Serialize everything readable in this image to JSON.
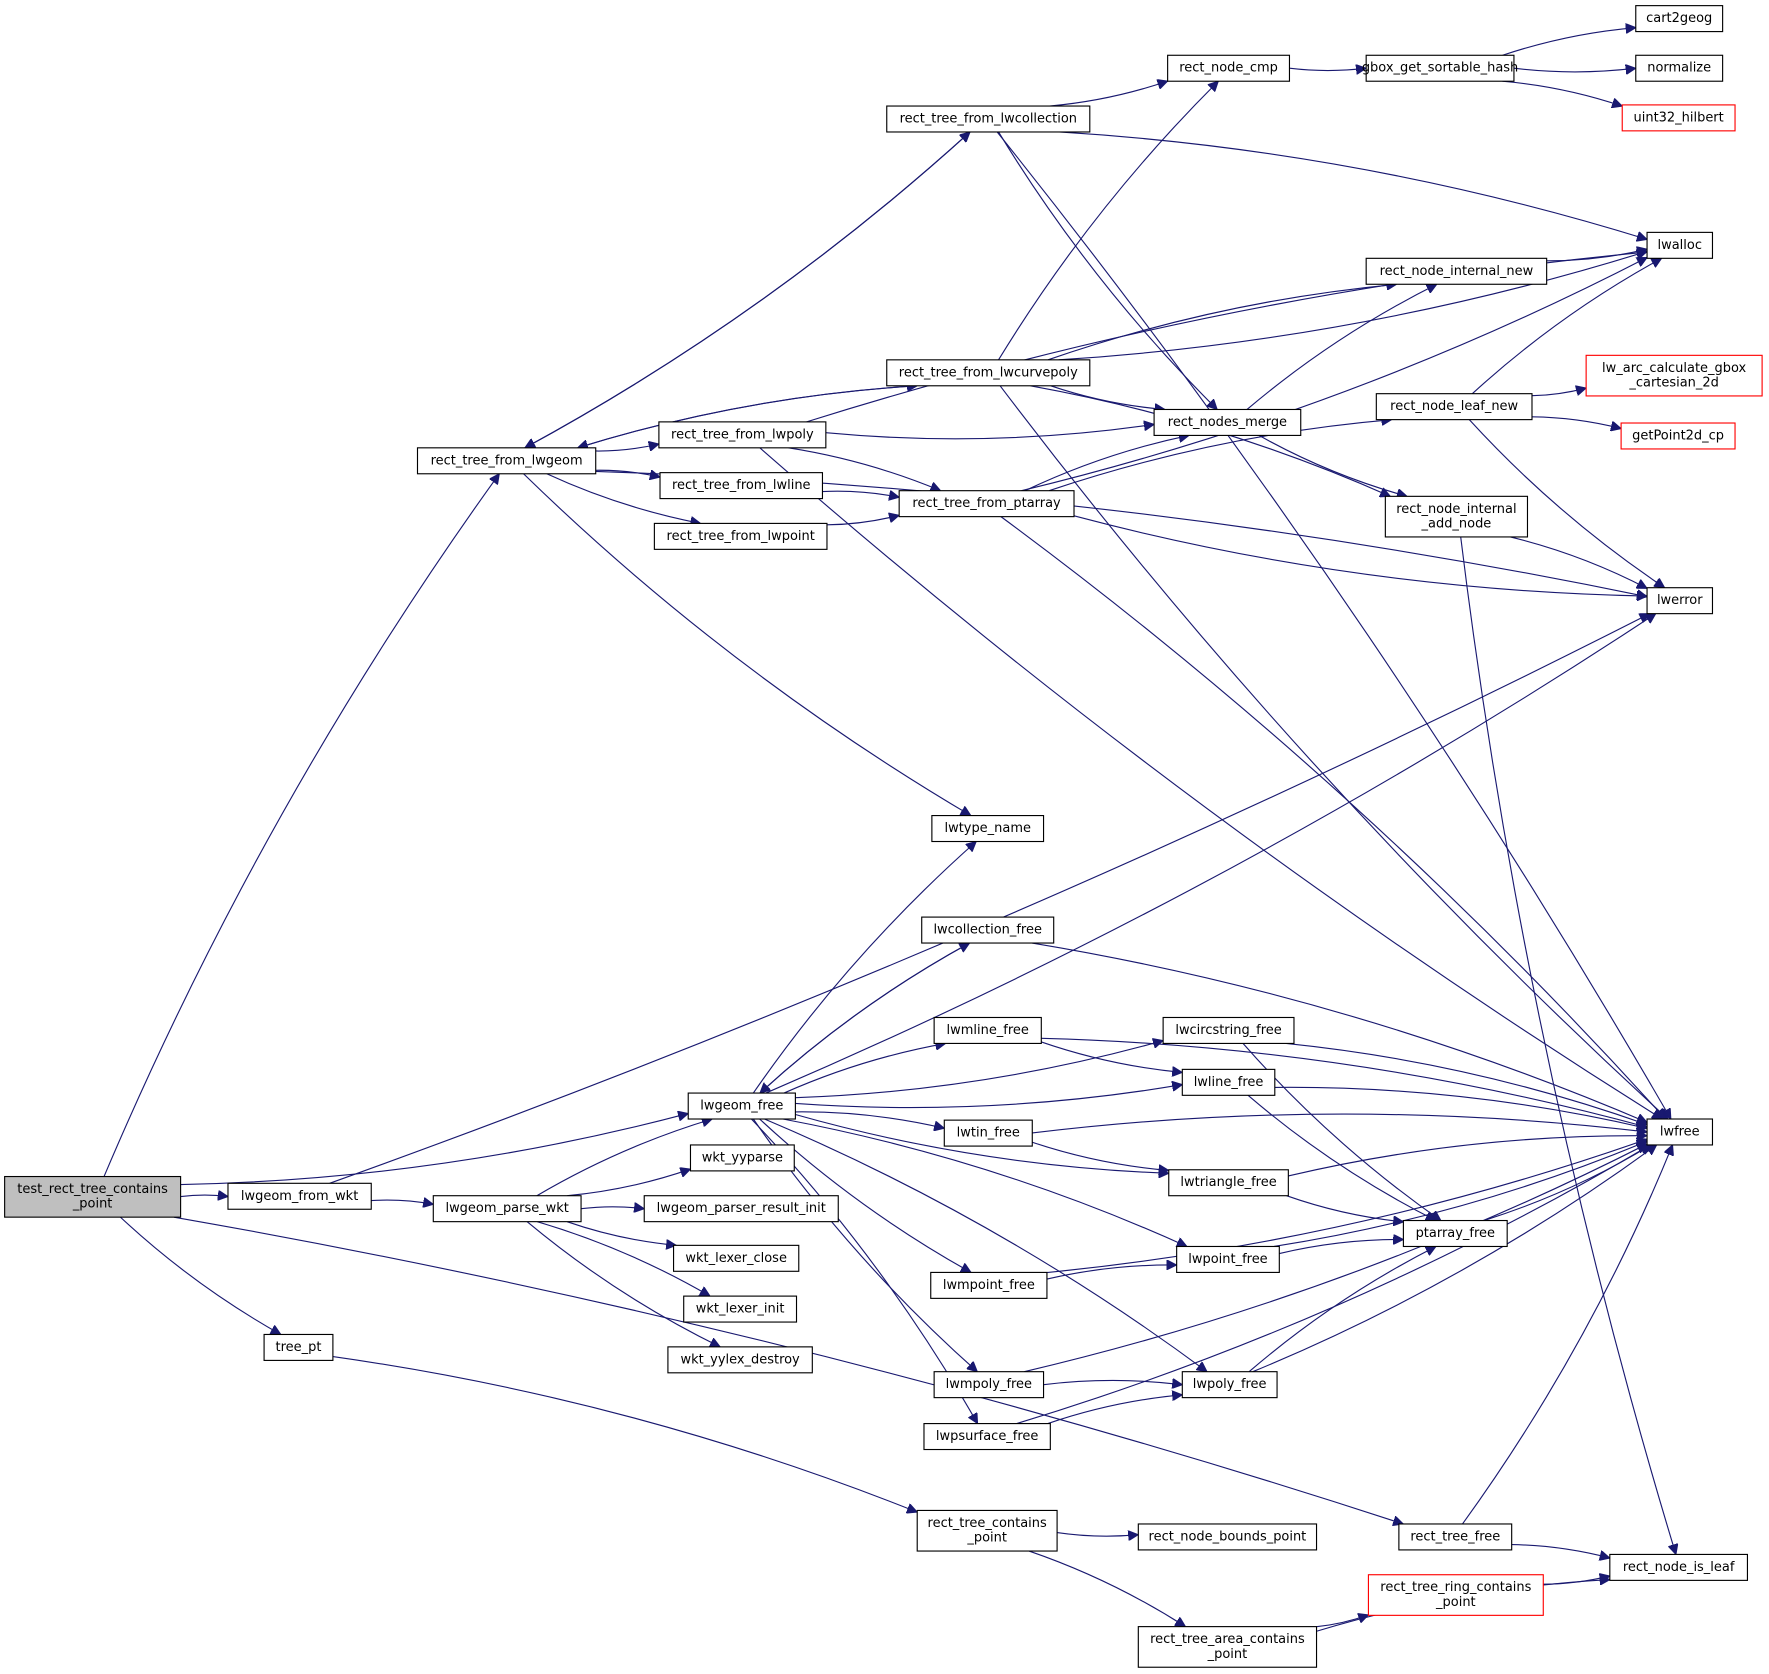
{
  "title": "Call graph for test_rect_tree_contains_point",
  "colors": {
    "edge": "#191970",
    "root_fill": "#bfbfbf",
    "node_border": "#000000",
    "external_border": "#ff0000"
  },
  "nodes": [
    {
      "id": "root",
      "label": [
        "test_rect_tree_contains",
        "_point"
      ],
      "kind": "root"
    },
    {
      "id": "rtf_lwgeom",
      "label": [
        "rect_tree_from_lwgeom"
      ]
    },
    {
      "id": "rtf_lwcoll",
      "label": [
        "rect_tree_from_lwcollection"
      ]
    },
    {
      "id": "rtf_lwcurve",
      "label": [
        "rect_tree_from_lwcurvepoly"
      ]
    },
    {
      "id": "rtf_lwpoly",
      "label": [
        "rect_tree_from_lwpoly"
      ]
    },
    {
      "id": "rtf_lwline",
      "label": [
        "rect_tree_from_lwline"
      ]
    },
    {
      "id": "rtf_lwpoint",
      "label": [
        "rect_tree_from_lwpoint"
      ]
    },
    {
      "id": "rtf_ptarray",
      "label": [
        "rect_tree_from_ptarray"
      ]
    },
    {
      "id": "rn_cmp",
      "label": [
        "rect_node_cmp"
      ]
    },
    {
      "id": "gbox_hash",
      "label": [
        "gbox_get_sortable_hash"
      ]
    },
    {
      "id": "cart2geog",
      "label": [
        "cart2geog"
      ]
    },
    {
      "id": "normalize",
      "label": [
        "normalize"
      ]
    },
    {
      "id": "uint32_hilbert",
      "label": [
        "uint32_hilbert"
      ],
      "kind": "ext"
    },
    {
      "id": "lwalloc",
      "label": [
        "lwalloc"
      ]
    },
    {
      "id": "rn_int_new",
      "label": [
        "rect_node_internal_new"
      ]
    },
    {
      "id": "rn_merge",
      "label": [
        "rect_nodes_merge"
      ]
    },
    {
      "id": "rn_leaf_new",
      "label": [
        "rect_node_leaf_new"
      ]
    },
    {
      "id": "lw_arc",
      "label": [
        "lw_arc_calculate_gbox",
        "_cartesian_2d"
      ],
      "kind": "ext"
    },
    {
      "id": "getpoint",
      "label": [
        "getPoint2d_cp"
      ],
      "kind": "ext"
    },
    {
      "id": "rn_int_add",
      "label": [
        "rect_node_internal",
        "_add_node"
      ]
    },
    {
      "id": "lwerror",
      "label": [
        "lwerror"
      ]
    },
    {
      "id": "lwtype_name",
      "label": [
        "lwtype_name"
      ]
    },
    {
      "id": "lwcoll_free",
      "label": [
        "lwcollection_free"
      ]
    },
    {
      "id": "lwmline_free",
      "label": [
        "lwmline_free"
      ]
    },
    {
      "id": "lwcirc_free",
      "label": [
        "lwcircstring_free"
      ]
    },
    {
      "id": "lwline_free",
      "label": [
        "lwline_free"
      ]
    },
    {
      "id": "lwgeom_free",
      "label": [
        "lwgeom_free"
      ]
    },
    {
      "id": "lwtin_free",
      "label": [
        "lwtin_free"
      ]
    },
    {
      "id": "lwtri_free",
      "label": [
        "lwtriangle_free"
      ]
    },
    {
      "id": "lwfree",
      "label": [
        "lwfree"
      ]
    },
    {
      "id": "ptarray_free",
      "label": [
        "ptarray_free"
      ]
    },
    {
      "id": "lwpoint_free",
      "label": [
        "lwpoint_free"
      ]
    },
    {
      "id": "lwmpoint_free",
      "label": [
        "lwmpoint_free"
      ]
    },
    {
      "id": "lwmpoly_free",
      "label": [
        "lwmpoly_free"
      ]
    },
    {
      "id": "lwpoly_free",
      "label": [
        "lwpoly_free"
      ]
    },
    {
      "id": "lwpsurf_free",
      "label": [
        "lwpsurface_free"
      ]
    },
    {
      "id": "wkt_yyparse",
      "label": [
        "wkt_yyparse"
      ]
    },
    {
      "id": "lwgeom_from_wkt",
      "label": [
        "lwgeom_from_wkt"
      ]
    },
    {
      "id": "lwgeom_parse_wkt",
      "label": [
        "lwgeom_parse_wkt"
      ]
    },
    {
      "id": "parser_init",
      "label": [
        "lwgeom_parser_result_init"
      ]
    },
    {
      "id": "lexer_close",
      "label": [
        "wkt_lexer_close"
      ]
    },
    {
      "id": "lexer_init",
      "label": [
        "wkt_lexer_init"
      ]
    },
    {
      "id": "yylex_destroy",
      "label": [
        "wkt_yylex_destroy"
      ]
    },
    {
      "id": "tree_pt",
      "label": [
        "tree_pt"
      ]
    },
    {
      "id": "rt_contains",
      "label": [
        "rect_tree_contains",
        "_point"
      ]
    },
    {
      "id": "rn_bounds",
      "label": [
        "rect_node_bounds_point"
      ]
    },
    {
      "id": "rt_free",
      "label": [
        "rect_tree_free"
      ]
    },
    {
      "id": "rn_is_leaf",
      "label": [
        "rect_node_is_leaf"
      ]
    },
    {
      "id": "rt_ring",
      "label": [
        "rect_tree_ring_contains",
        "_point"
      ],
      "kind": "ext"
    },
    {
      "id": "rt_area",
      "label": [
        "rect_tree_area_contains",
        "_point"
      ]
    }
  ],
  "edges": [
    [
      "root",
      "rtf_lwgeom"
    ],
    [
      "root",
      "lwgeom_free"
    ],
    [
      "root",
      "lwgeom_from_wkt"
    ],
    [
      "root",
      "tree_pt"
    ],
    [
      "root",
      "rt_free"
    ],
    [
      "rtf_lwgeom",
      "rtf_lwcoll"
    ],
    [
      "rtf_lwgeom",
      "rtf_lwcurve"
    ],
    [
      "rtf_lwgeom",
      "rtf_lwpoly"
    ],
    [
      "rtf_lwgeom",
      "rtf_lwline"
    ],
    [
      "rtf_lwgeom",
      "rtf_lwpoint"
    ],
    [
      "rtf_lwgeom",
      "lwerror"
    ],
    [
      "rtf_lwgeom",
      "lwtype_name"
    ],
    [
      "rtf_lwcoll",
      "rtf_lwgeom"
    ],
    [
      "rtf_lwcoll",
      "rn_cmp"
    ],
    [
      "rtf_lwcoll",
      "lwalloc"
    ],
    [
      "rtf_lwcoll",
      "rn_merge"
    ],
    [
      "rtf_lwcoll",
      "lwfree"
    ],
    [
      "rtf_lwcurve",
      "rtf_lwgeom"
    ],
    [
      "rtf_lwcurve",
      "rn_cmp"
    ],
    [
      "rtf_lwcurve",
      "lwalloc"
    ],
    [
      "rtf_lwcurve",
      "rn_int_new"
    ],
    [
      "rtf_lwcurve",
      "rn_merge"
    ],
    [
      "rtf_lwcurve",
      "rn_int_add"
    ],
    [
      "rtf_lwcurve",
      "lwfree"
    ],
    [
      "rtf_lwpoly",
      "lwalloc"
    ],
    [
      "rtf_lwpoly",
      "rn_merge"
    ],
    [
      "rtf_lwpoly",
      "rtf_ptarray"
    ],
    [
      "rtf_lwpoly",
      "lwfree"
    ],
    [
      "rtf_lwline",
      "rtf_ptarray"
    ],
    [
      "rtf_lwpoint",
      "rtf_ptarray"
    ],
    [
      "rtf_ptarray",
      "rn_merge"
    ],
    [
      "rtf_ptarray",
      "lwalloc"
    ],
    [
      "rtf_ptarray",
      "rn_leaf_new"
    ],
    [
      "rtf_ptarray",
      "lwerror"
    ],
    [
      "rtf_ptarray",
      "lwfree"
    ],
    [
      "rn_cmp",
      "gbox_hash"
    ],
    [
      "gbox_hash",
      "cart2geog"
    ],
    [
      "gbox_hash",
      "normalize"
    ],
    [
      "gbox_hash",
      "uint32_hilbert"
    ],
    [
      "rn_int_new",
      "lwalloc"
    ],
    [
      "rn_merge",
      "rn_int_new"
    ],
    [
      "rn_merge",
      "rn_int_add"
    ],
    [
      "rn_leaf_new",
      "lwalloc"
    ],
    [
      "rn_leaf_new",
      "lw_arc"
    ],
    [
      "rn_leaf_new",
      "getpoint"
    ],
    [
      "rn_leaf_new",
      "lwerror"
    ],
    [
      "rn_int_add",
      "lwerror"
    ],
    [
      "rn_int_add",
      "rn_is_leaf"
    ],
    [
      "lwgeom_free",
      "lwtype_name"
    ],
    [
      "lwgeom_free",
      "lwerror"
    ],
    [
      "lwgeom_free",
      "lwcoll_free"
    ],
    [
      "lwgeom_free",
      "lwcirc_free"
    ],
    [
      "lwgeom_free",
      "lwmline_free"
    ],
    [
      "lwgeom_free",
      "lwline_free"
    ],
    [
      "lwgeom_free",
      "lwtin_free"
    ],
    [
      "lwgeom_free",
      "lwtri_free"
    ],
    [
      "lwgeom_free",
      "lwpoint_free"
    ],
    [
      "lwgeom_free",
      "lwmpoint_free"
    ],
    [
      "lwgeom_free",
      "lwpoly_free"
    ],
    [
      "lwgeom_free",
      "lwmpoly_free"
    ],
    [
      "lwgeom_free",
      "lwpsurf_free"
    ],
    [
      "lwcoll_free",
      "lwgeom_free"
    ],
    [
      "lwcoll_free",
      "lwfree"
    ],
    [
      "lwmline_free",
      "lwline_free"
    ],
    [
      "lwmline_free",
      "lwfree"
    ],
    [
      "lwcirc_free",
      "ptarray_free"
    ],
    [
      "lwcirc_free",
      "lwfree"
    ],
    [
      "lwline_free",
      "ptarray_free"
    ],
    [
      "lwline_free",
      "lwfree"
    ],
    [
      "lwtin_free",
      "lwtri_free"
    ],
    [
      "lwtin_free",
      "lwfree"
    ],
    [
      "lwtri_free",
      "ptarray_free"
    ],
    [
      "lwtri_free",
      "lwfree"
    ],
    [
      "ptarray_free",
      "lwfree"
    ],
    [
      "lwpoint_free",
      "ptarray_free"
    ],
    [
      "lwpoint_free",
      "lwfree"
    ],
    [
      "lwmpoint_free",
      "lwpoint_free"
    ],
    [
      "lwmpoint_free",
      "lwfree"
    ],
    [
      "lwmpoly_free",
      "lwpoly_free"
    ],
    [
      "lwmpoly_free",
      "lwfree"
    ],
    [
      "lwpoly_free",
      "ptarray_free"
    ],
    [
      "lwpoly_free",
      "lwfree"
    ],
    [
      "lwpsurf_free",
      "lwpoly_free"
    ],
    [
      "lwpsurf_free",
      "lwfree"
    ],
    [
      "lwgeom_from_wkt",
      "lwgeom_parse_wkt"
    ],
    [
      "lwgeom_from_wkt",
      "lwerror"
    ],
    [
      "lwgeom_parse_wkt",
      "lwgeom_free"
    ],
    [
      "lwgeom_parse_wkt",
      "wkt_yyparse"
    ],
    [
      "lwgeom_parse_wkt",
      "parser_init"
    ],
    [
      "lwgeom_parse_wkt",
      "lexer_close"
    ],
    [
      "lwgeom_parse_wkt",
      "lexer_init"
    ],
    [
      "lwgeom_parse_wkt",
      "yylex_destroy"
    ],
    [
      "tree_pt",
      "rt_contains"
    ],
    [
      "rt_contains",
      "rn_bounds"
    ],
    [
      "rt_contains",
      "rt_area"
    ],
    [
      "rt_free",
      "lwfree"
    ],
    [
      "rt_free",
      "rn_is_leaf"
    ],
    [
      "rt_area",
      "rt_ring"
    ],
    [
      "rt_area",
      "rn_is_leaf"
    ],
    [
      "rt_ring",
      "rn_is_leaf"
    ]
  ]
}
